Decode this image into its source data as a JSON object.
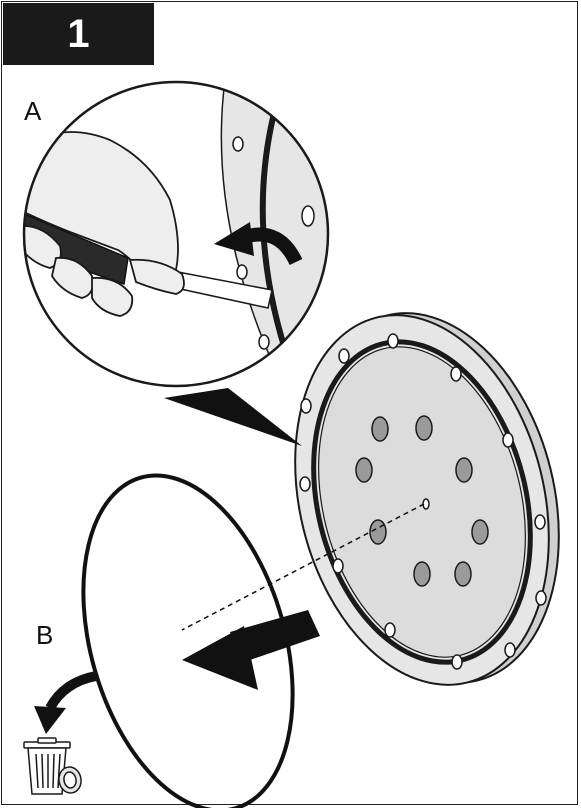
{
  "step": {
    "number": "1"
  },
  "callouts": {
    "a": "A",
    "b": "B"
  },
  "icons": {
    "hand": "hand-with-tool-icon",
    "rotate_arrow": "curved-arrow-icon",
    "remove_arrow": "arrow-out-icon",
    "discard_arrow": "curved-arrow-down-icon",
    "trash": "trash-bin-icon"
  },
  "colors": {
    "ink": "#1a1a1a",
    "flange": "#e6e6e6",
    "skin": "#eeeeee",
    "background": "#ffffff"
  }
}
